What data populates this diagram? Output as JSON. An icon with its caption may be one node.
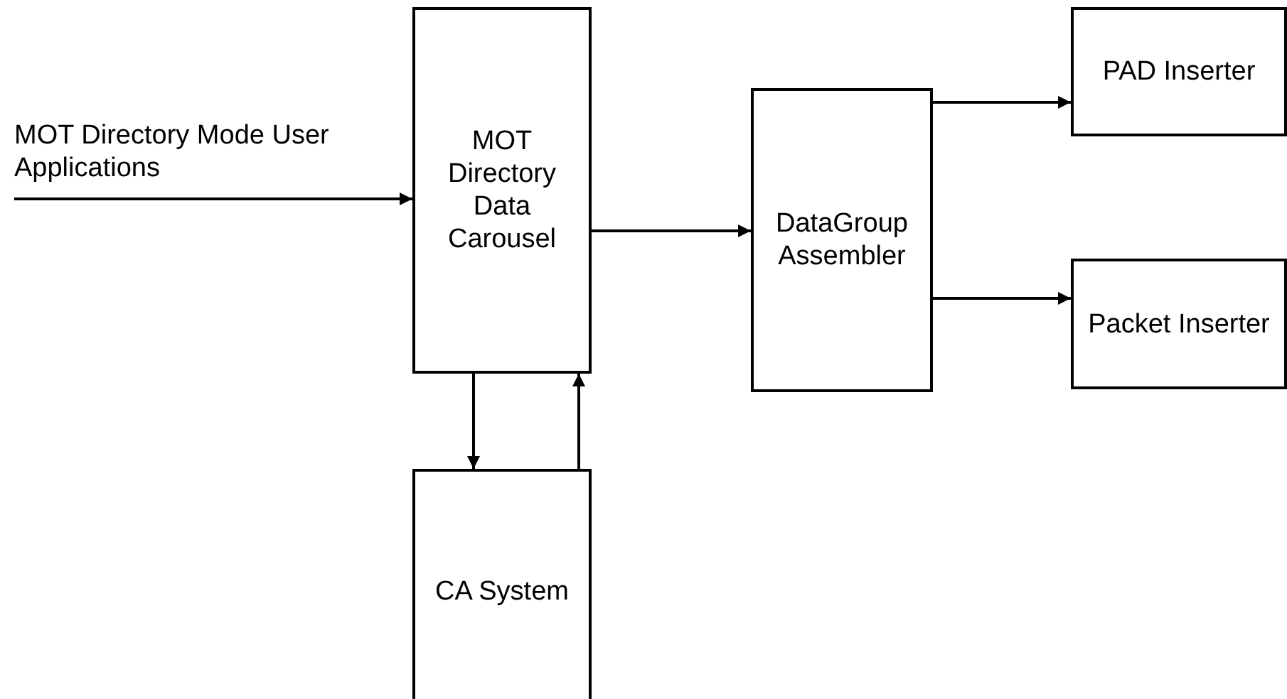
{
  "diagram": {
    "nodes": [
      {
        "text": [
          "MOT Directory Mode User Applications"
        ]
      },
      {
        "text": [
          "MOT Directory Data Carousel"
        ]
      },
      {
        "text": [
          "DataGroup Assembler"
        ]
      },
      {
        "text": [
          "PAD Inserter"
        ]
      },
      {
        "text": [
          "Packet Inserter"
        ]
      },
      {
        "text": [
          "CA System"
        ]
      }
    ],
    "edges": [
      {
        "from": 0,
        "to": 1,
        "arrow": "to"
      },
      {
        "from": 1,
        "to": 2,
        "arrow": "to"
      },
      {
        "from": 2,
        "to": 3,
        "arrow": "to"
      },
      {
        "from": 2,
        "to": 4,
        "arrow": "to"
      },
      {
        "from": 1,
        "to": 5,
        "arrow": "to"
      },
      {
        "from": 5,
        "to": 1,
        "arrow": "to"
      }
    ]
  }
}
